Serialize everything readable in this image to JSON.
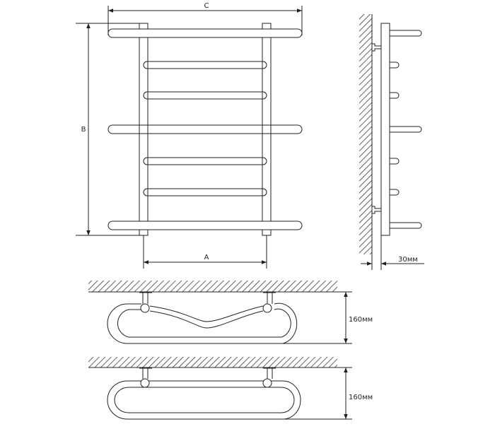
{
  "front_view": {
    "label_c": "C",
    "label_b": "B",
    "label_a": "A"
  },
  "side_view": {
    "offset_label": "30мм"
  },
  "top_view_curved": {
    "depth_label": "160мм"
  },
  "top_view_straight": {
    "depth_label": "160мм"
  },
  "colors": {
    "line": "#231f20",
    "background": "#ffffff"
  }
}
